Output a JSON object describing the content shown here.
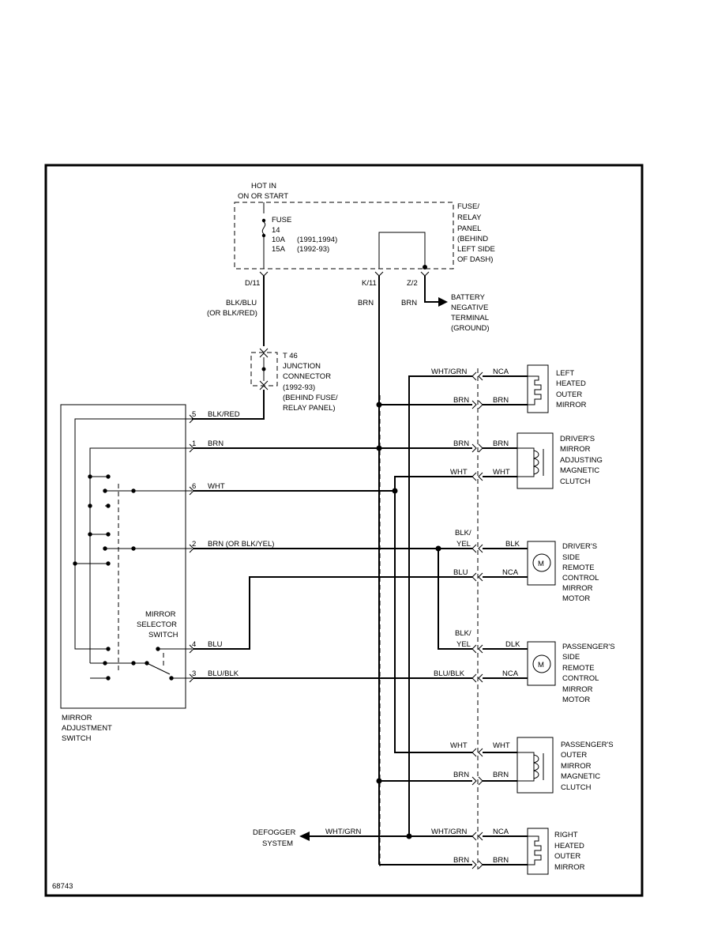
{
  "figure_id": "68743",
  "power": {
    "line1": "HOT IN",
    "line2": "ON OR START"
  },
  "fuse": {
    "label": "FUSE",
    "number": "14",
    "rating1": "10A",
    "years1": "(1991,1994)",
    "rating2": "15A",
    "years2": "(1992-93)"
  },
  "fuse_panel": [
    "FUSE/",
    "RELAY",
    "PANEL",
    "(BEHIND",
    "LEFT SIDE",
    "OF DASH)"
  ],
  "panel_pins": {
    "d11": "D/11",
    "k11": "K/11",
    "z2": "Z/2"
  },
  "wire_colors": {
    "blk_blu": "BLK/BLU",
    "or_blk_red": "(OR BLK/RED)",
    "brn": "BRN",
    "blk_red": "BLK/RED",
    "wht": "WHT",
    "brn_or_blk_yel": "BRN (OR BLK/YEL)",
    "blu": "BLU",
    "blu_blk": "BLU/BLK",
    "wht_grn": "WHT/GRN",
    "nca": "NCA",
    "blk_slash": "BLK/",
    "yel": "YEL",
    "blk": "BLK",
    "dlk": "DLK"
  },
  "ground": [
    "BATTERY",
    "NEGATIVE",
    "TERMINAL",
    "(GROUND)"
  ],
  "junction": [
    "T 46",
    "JUNCTION",
    "CONNECTOR",
    "(1992-93)",
    "(BEHIND FUSE/",
    "RELAY PANEL)"
  ],
  "switch_pins": [
    "5",
    "1",
    "6",
    "2",
    "4",
    "3"
  ],
  "selector": [
    "MIRROR",
    "SELECTOR",
    "SWITCH"
  ],
  "adjustment_switch": [
    "MIRROR",
    "ADJUSTMENT",
    "SWITCH"
  ],
  "defogger": [
    "DEFOGGER",
    "SYSTEM"
  ],
  "motor_symbol": "M",
  "components": {
    "left_heated": [
      "LEFT",
      "HEATED",
      "OUTER",
      "MIRROR"
    ],
    "driver_clutch": [
      "DRIVER'S",
      "MIRROR",
      "ADJUSTING",
      "MAGNETIC",
      "CLUTCH"
    ],
    "driver_motor": [
      "DRIVER'S",
      "SIDE",
      "REMOTE",
      "CONTROL",
      "MIRROR",
      "MOTOR"
    ],
    "pass_motor": [
      "PASSENGER'S",
      "SIDE",
      "REMOTE",
      "CONTROL",
      "MIRROR",
      "MOTOR"
    ],
    "pass_clutch": [
      "PASSENGER'S",
      "OUTER",
      "MIRROR",
      "MAGNETIC",
      "CLUTCH"
    ],
    "right_heated": [
      "RIGHT",
      "HEATED",
      "OUTER",
      "MIRROR"
    ]
  }
}
